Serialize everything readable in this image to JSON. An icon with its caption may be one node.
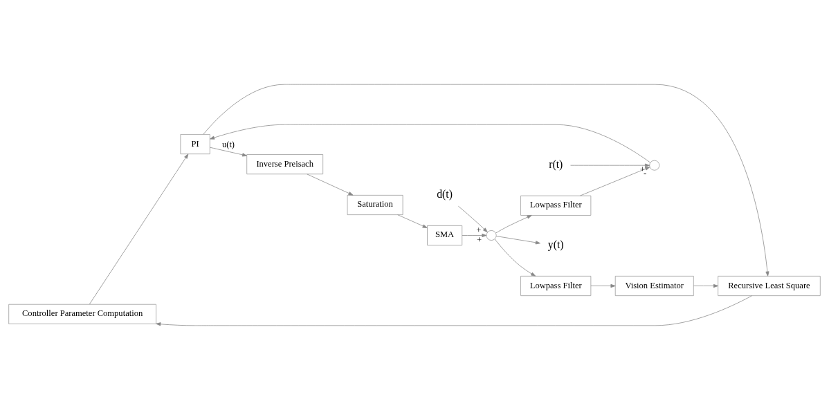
{
  "diagram": {
    "nodes": [
      {
        "text": [
          "Controller Parameter Computation"
        ]
      },
      {
        "text": [
          "Recursive Least Square"
        ]
      },
      {
        "text": [
          "Vision Estimator"
        ]
      },
      {
        "text": [
          "Lowpass Filter"
        ]
      },
      {
        "text": [],
        "shape": "circle"
      },
      {
        "text": [
          "PI"
        ]
      },
      {
        "text": [
          "Inverse Preisach"
        ]
      },
      {
        "text": [
          "Saturation"
        ]
      },
      {
        "text": [
          "SMA"
        ]
      },
      {
        "text": [],
        "shape": "circle"
      },
      {
        "text": [
          "Lowpass Filter"
        ]
      },
      {
        "text": [
          "r(t)"
        ]
      },
      {
        "text": [
          "y(t)"
        ]
      },
      {
        "text": [
          "d(t)"
        ]
      }
    ],
    "edges": [
      {
        "from": 11,
        "to": 4,
        "arrow": "to",
        "label": "+"
      },
      {
        "from": 4,
        "to": 5,
        "arrow": "to"
      },
      {
        "from": 5,
        "to": 6,
        "arrow": "to",
        "label": "u(t)"
      },
      {
        "from": 5,
        "to": 1,
        "arrow": "to"
      },
      {
        "from": 6,
        "to": 7,
        "arrow": "to"
      },
      {
        "from": 7,
        "to": 8,
        "arrow": "to"
      },
      {
        "from": 8,
        "to": 9,
        "arrow": "to",
        "label": "+"
      },
      {
        "from": 13,
        "to": 9,
        "arrow": "to",
        "label": "+"
      },
      {
        "from": 9,
        "to": 12,
        "arrow": "to"
      },
      {
        "from": 9,
        "to": 3,
        "arrow": "to"
      },
      {
        "from": 9,
        "to": 10,
        "arrow": "to"
      },
      {
        "from": 10,
        "to": 4,
        "arrow": "to",
        "label": "-"
      },
      {
        "from": 3,
        "to": 2,
        "arrow": "to"
      },
      {
        "from": 2,
        "to": 1,
        "arrow": "to"
      },
      {
        "from": 1,
        "to": 0,
        "arrow": "to"
      },
      {
        "from": 0,
        "to": 5,
        "arrow": "to"
      }
    ]
  }
}
